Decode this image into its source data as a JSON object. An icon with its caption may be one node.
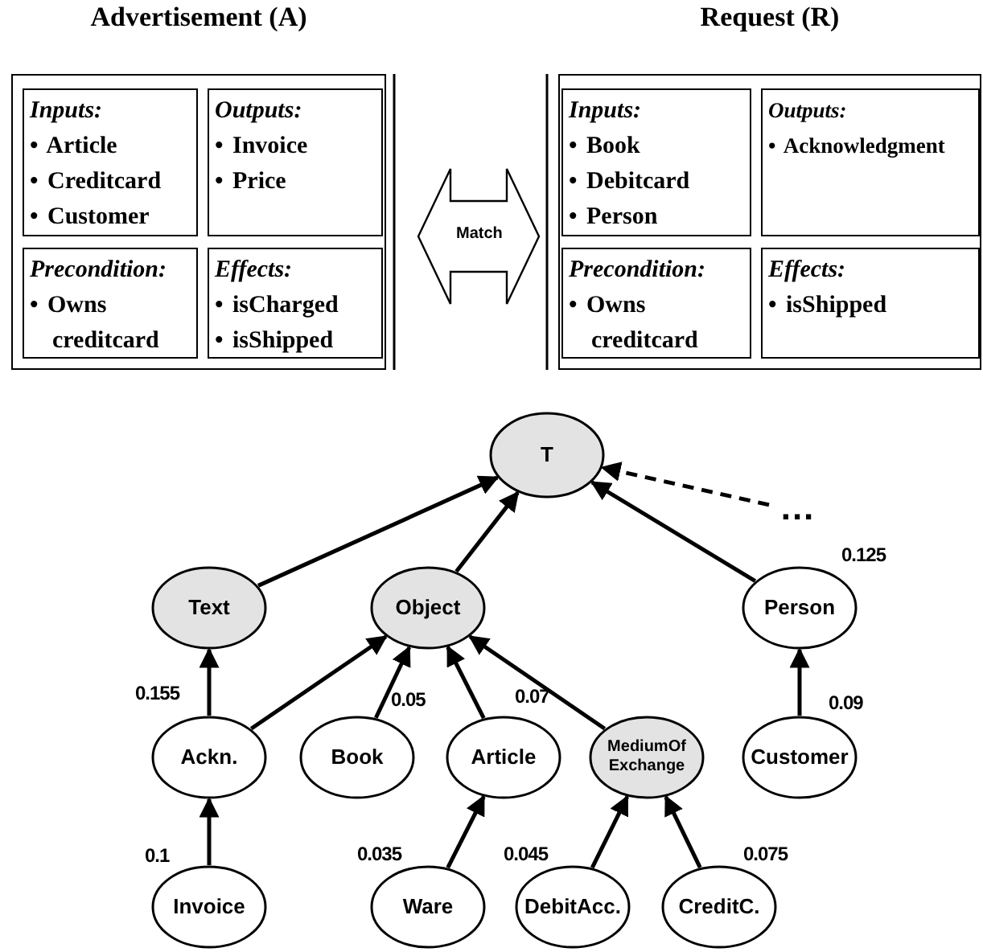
{
  "diagram": {
    "nodes": [
      {
        "text": [
          "Advertisement (A)"
        ]
      },
      {
        "text": [
          "Inputs:",
          "• Article",
          "• Creditcard",
          "• Customer"
        ],
        "in": 0
      },
      {
        "text": [
          "Outputs:",
          "• Invoice",
          "• Price"
        ],
        "in": 0
      },
      {
        "text": [
          "Precondition:",
          "• Owns creditcard"
        ],
        "in": 0
      },
      {
        "text": [
          "Effects:",
          "• isCharged",
          "• isShipped"
        ],
        "in": 0
      },
      {
        "text": [
          "Request (R)"
        ]
      },
      {
        "text": [
          "Inputs:",
          "• Book",
          "• Debitcard",
          "• Person"
        ],
        "in": 5
      },
      {
        "text": [
          "Outputs:",
          "• Acknowledgment"
        ],
        "in": 5
      },
      {
        "text": [
          "Precondition:",
          "• Owns creditcard"
        ],
        "in": 5
      },
      {
        "text": [
          "Effects:",
          "• isShipped"
        ],
        "in": 5
      },
      {
        "text": [
          "T"
        ]
      },
      {
        "text": [
          "Text"
        ]
      },
      {
        "text": [
          "Object"
        ]
      },
      {
        "text": [
          "Person"
        ],
        "beside": [
          "0.125"
        ]
      },
      {
        "text": [
          "Ackn."
        ],
        "beside": [
          "0.155"
        ]
      },
      {
        "text": [
          "Book"
        ],
        "beside": [
          "0.05"
        ]
      },
      {
        "text": [
          "Article"
        ],
        "beside": [
          "0.07"
        ]
      },
      {
        "text": [
          "MediumOf Exchange"
        ]
      },
      {
        "text": [
          "Customer"
        ],
        "beside": [
          "0.09"
        ]
      },
      {
        "text": [
          "Invoice"
        ],
        "beside": [
          "0.1"
        ]
      },
      {
        "text": [
          "Ware"
        ],
        "beside": [
          "0.035"
        ]
      },
      {
        "text": [
          "DebitAcc."
        ],
        "beside": [
          "0.045"
        ]
      },
      {
        "text": [
          "CreditC."
        ],
        "beside": [
          "0.075"
        ]
      },
      {
        "text": [
          "..."
        ]
      }
    ],
    "edges": [
      {
        "from": 0,
        "to": 5,
        "arrow": "both",
        "label": "Match",
        "style": "thick"
      },
      {
        "from": 11,
        "to": 10,
        "arrow": "to"
      },
      {
        "from": 12,
        "to": 10,
        "arrow": "to"
      },
      {
        "from": 13,
        "to": 10,
        "arrow": "to"
      },
      {
        "from": 23,
        "to": 10,
        "arrow": "to",
        "style": "dashed"
      },
      {
        "from": 14,
        "to": 11,
        "arrow": "to"
      },
      {
        "from": 14,
        "to": 12,
        "arrow": "to"
      },
      {
        "from": 15,
        "to": 12,
        "arrow": "to"
      },
      {
        "from": 16,
        "to": 12,
        "arrow": "to"
      },
      {
        "from": 17,
        "to": 12,
        "arrow": "to"
      },
      {
        "from": 18,
        "to": 13,
        "arrow": "to"
      },
      {
        "from": 19,
        "to": 14,
        "arrow": "to"
      },
      {
        "from": 20,
        "to": 16,
        "arrow": "to"
      },
      {
        "from": 21,
        "to": 17,
        "arrow": "to"
      },
      {
        "from": 22,
        "to": 17,
        "arrow": "to"
      }
    ]
  }
}
